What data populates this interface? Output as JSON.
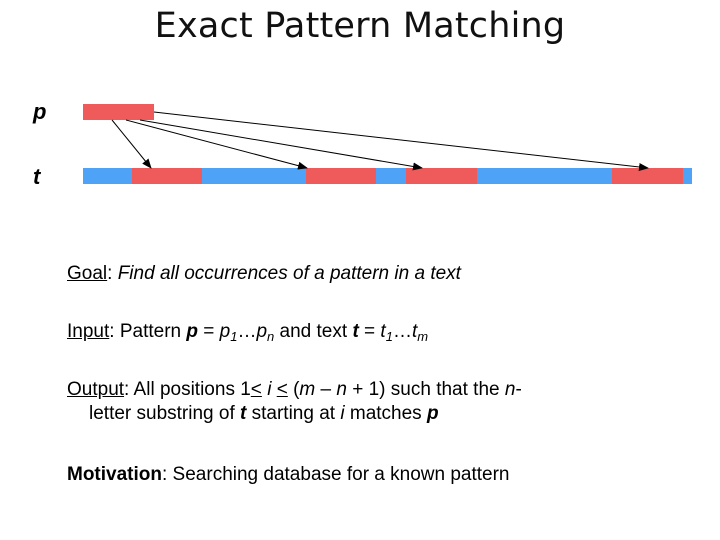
{
  "slide": {
    "title": "Exact Pattern Matching",
    "labels": {
      "p": "p",
      "t": "t"
    }
  },
  "diagram": {
    "pattern_color": "#ef5a5a",
    "text_color": "#4fa3f7",
    "arrow_color": "#000000",
    "match_count": 4
  },
  "goal": {
    "label": "Goal",
    "colon": ": ",
    "text": "Find all occurrences of a pattern in a text"
  },
  "input": {
    "label": "Input",
    "t1": ": Pattern ",
    "p": "p",
    "eq1": " = ",
    "p1": "p",
    "sub1": "1",
    "dots1": "…",
    "pn": "p",
    "subn": "n",
    "t2": " and text ",
    "t": "t",
    "eq2": " = ",
    "tt1": "t",
    "sub_t1": "1",
    "dots2": "…",
    "tm": "t",
    "subm": "m"
  },
  "output": {
    "label": "Output",
    "t1": ": All positions 1",
    "le1": "<",
    "t2": " ",
    "i": "i",
    "t3": " ",
    "le2": "<",
    "t4": " (",
    "m": "m",
    "t5": " – ",
    "n": "n",
    "t6": " + 1) such that the ",
    "n2": "n",
    "t7": "-",
    "line2a": "letter substring of ",
    "t": "t",
    "line2b": " starting at ",
    "i2": "i",
    "line2c": " matches ",
    "p": "p"
  },
  "motivation": {
    "label": "Motivation",
    "text": ": Searching database for a known pattern"
  }
}
